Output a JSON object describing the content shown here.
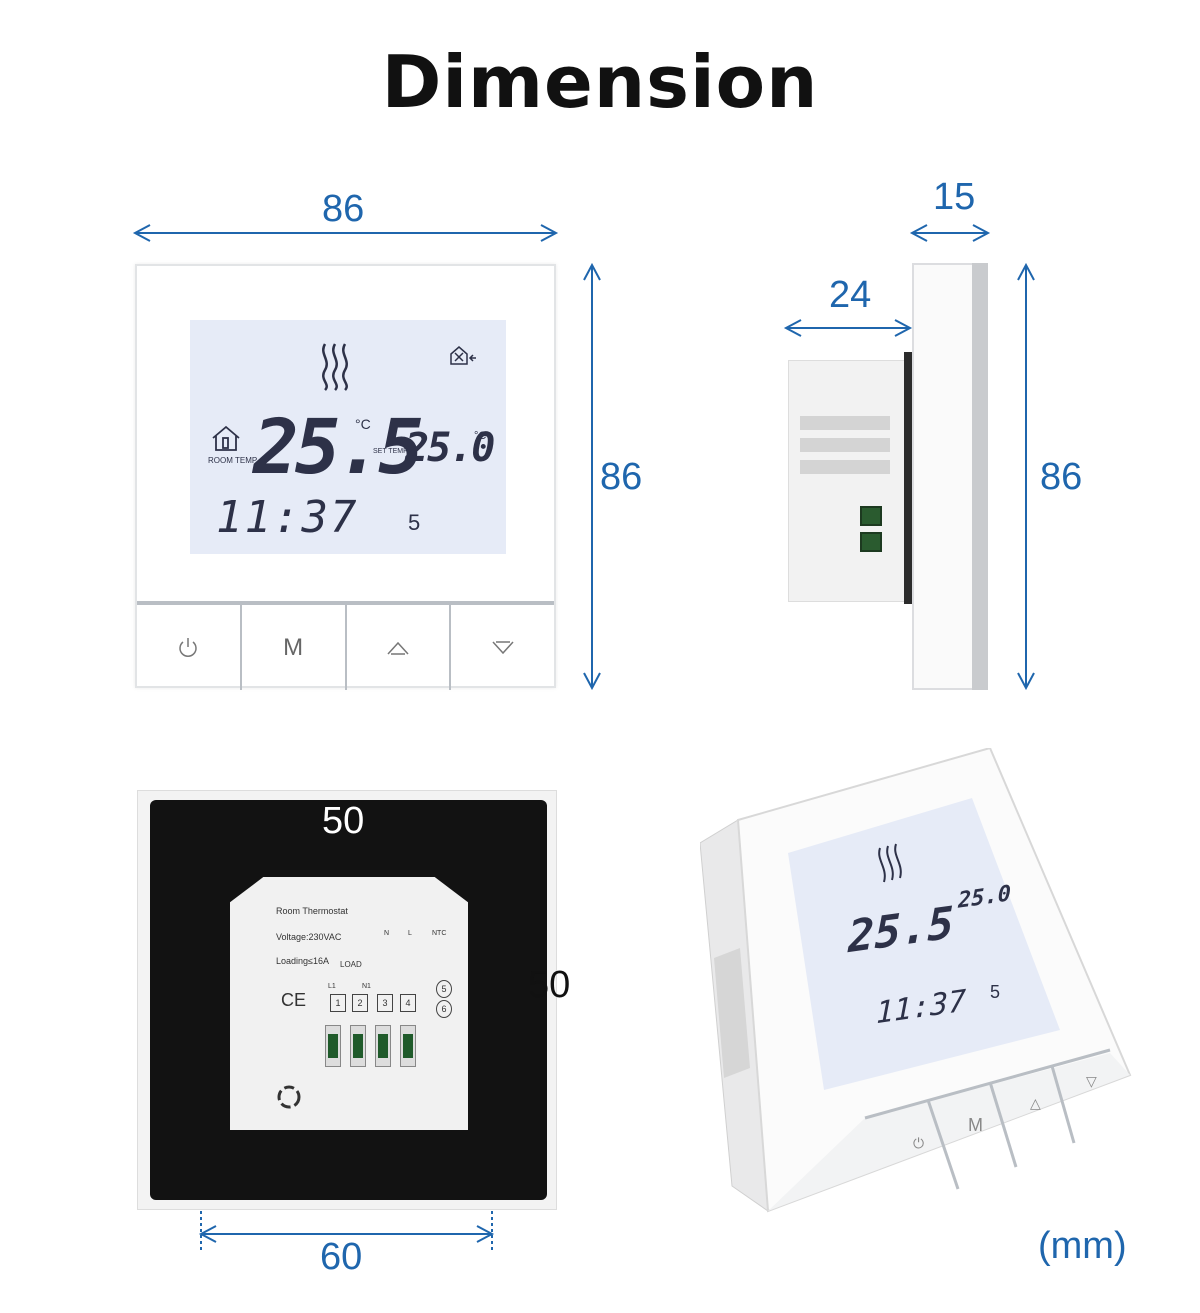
{
  "title": "Dimension",
  "dimensions": {
    "front_width": "86",
    "front_height": "86",
    "side_depth_total": "15",
    "side_depth_body": "24",
    "side_height": "86",
    "back_mount_width": "50",
    "back_mount_height": "50",
    "back_screw_width": "60",
    "unit": "(mm)"
  },
  "lcd": {
    "room_temp": "25.5",
    "room_temp_unit": "°C",
    "room_label": "ROOM TEMP",
    "set_label": "SET TEMP",
    "set_temp": "25.0",
    "set_temp_unit": "°C",
    "time": "11:37",
    "day": "5"
  },
  "buttons": {
    "power": "⏻",
    "mode": "M",
    "up": "△",
    "down": "▽"
  },
  "back_label": {
    "name": "Room Thermostat",
    "voltage": "Voltage:230VAC",
    "loading": "Loading≤16A",
    "load": "LOAD",
    "ce": "CE",
    "n": "N",
    "l": "L",
    "ntc": "NTC",
    "l1": "L1",
    "n1": "N1",
    "t1": "1",
    "t2": "2",
    "t3": "3",
    "t4": "4",
    "t5": "5",
    "t6": "6"
  },
  "colors": {
    "dimension_blue": "#1f66ad",
    "lcd_background": "#e6ebf7",
    "lcd_segments": "#2d3148"
  }
}
